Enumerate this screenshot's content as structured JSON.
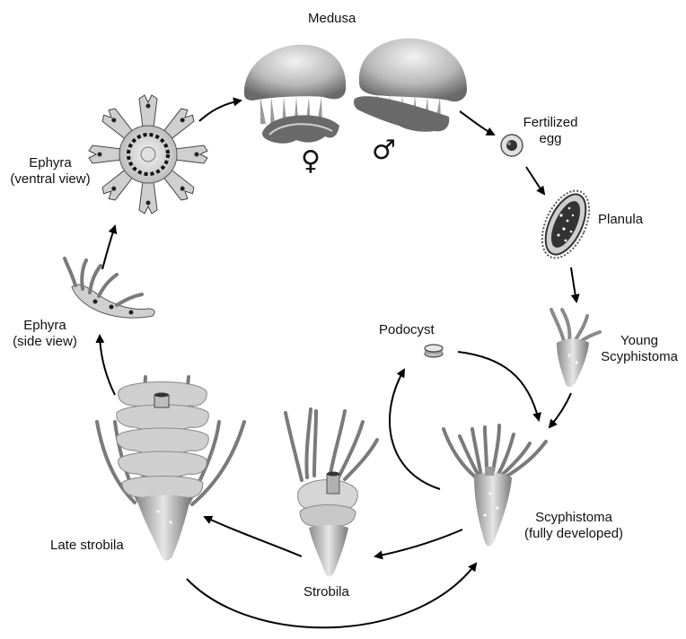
{
  "labels": {
    "medusa": "Medusa",
    "female_symbol": "♀",
    "male_symbol": "♂",
    "fertilized_egg_1": "Fertilized",
    "fertilized_egg_2": "egg",
    "planula": "Planula",
    "young_scyphistoma_1": "Young",
    "young_scyphistoma_2": "Scyphistoma",
    "podocyst": "Podocyst",
    "scyphistoma_1": "Scyphistoma",
    "scyphistoma_2": "(fully developed)",
    "strobila": "Strobila",
    "late_strobila": "Late strobila",
    "ephyra_side_1": "Ephyra",
    "ephyra_side_2": "(side view)",
    "ephyra_ventral_1": "Ephyra",
    "ephyra_ventral_2": "(ventral view)"
  },
  "colors": {
    "ink": "#111111",
    "arrow": "#000000",
    "body_light": "#d9d9d9",
    "body_mid": "#9a9a9a",
    "body_dark": "#4a4a4a"
  }
}
